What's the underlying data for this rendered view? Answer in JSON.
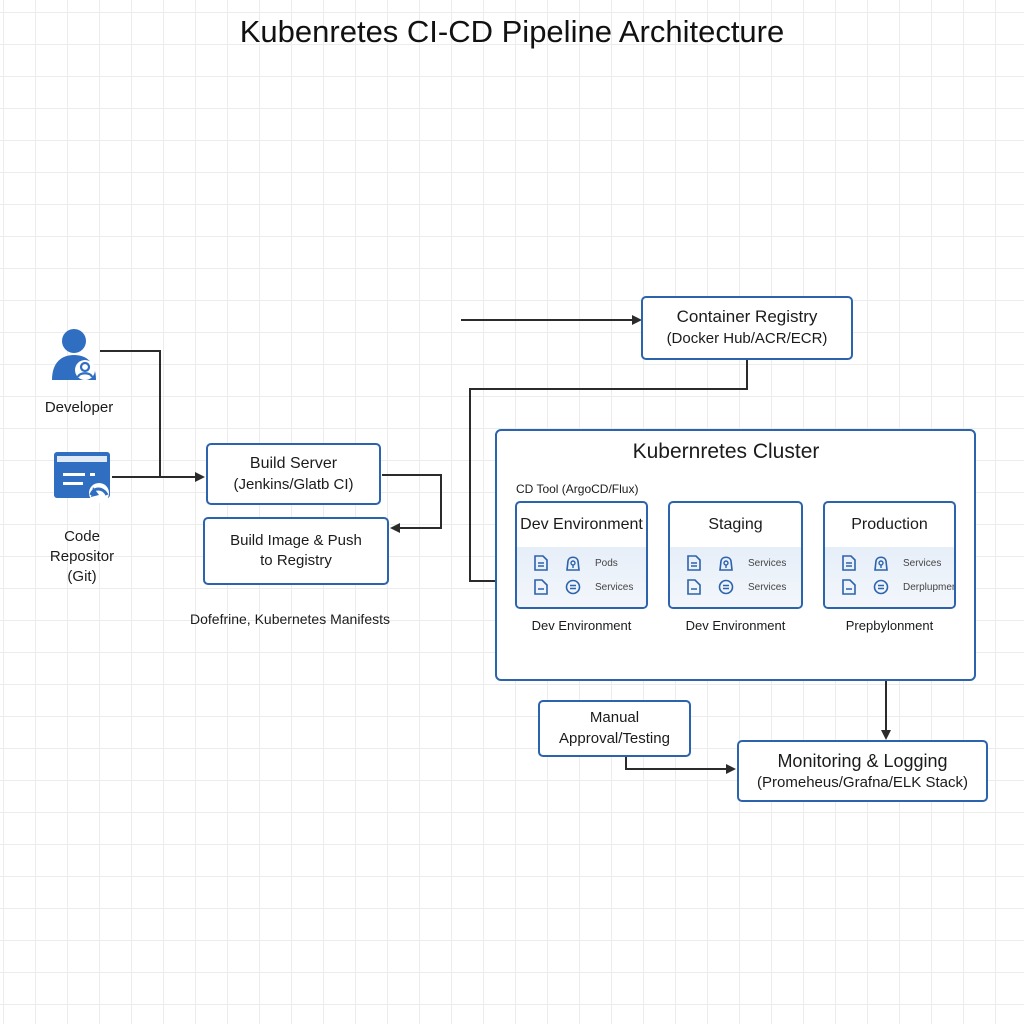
{
  "title": "Kubenretes CI-CD Pipeline Architecture",
  "colors": {
    "accent": "#2c63ad",
    "connector": "#2b2b2b",
    "grid": "#ececec"
  },
  "actors": {
    "developer": {
      "label": "Developer",
      "icon": "user-icon"
    },
    "code_repo": {
      "label_lines": [
        "Code",
        "Repositor",
        "(Git)"
      ],
      "icon": "repository-icon"
    }
  },
  "build_server": {
    "title": "Build Server",
    "subtitle": "(Jenkins/Glatb CI)"
  },
  "build_image": {
    "line1": "Build Image & Push",
    "line2": "to Registry"
  },
  "manifests_label": "Dofefrine, Kubernetes Manifests",
  "container_registry": {
    "title": "Container Registry",
    "subtitle": "(Docker Hub/ACR/ECR)"
  },
  "cluster": {
    "title": "Kubernretes Cluster",
    "cd_tool_label": "CD Tool (ArgoCD/Flux)",
    "environments": [
      {
        "name": "Dev Environment",
        "resources": [
          "Pods",
          "Services"
        ],
        "caption": "Dev Environment"
      },
      {
        "name": "Staging",
        "resources": [
          "Services",
          "Services"
        ],
        "caption": "Dev Environment"
      },
      {
        "name": "Production",
        "resources": [
          "Services",
          "Derplupments"
        ],
        "caption": "Prepbylonment"
      }
    ]
  },
  "manual_approval": {
    "line1": "Manual",
    "line2": "Approval/Testing"
  },
  "monitoring": {
    "title": "Monitoring & Logging",
    "subtitle": "(Promeheus/Grafna/ELK Stack)"
  }
}
